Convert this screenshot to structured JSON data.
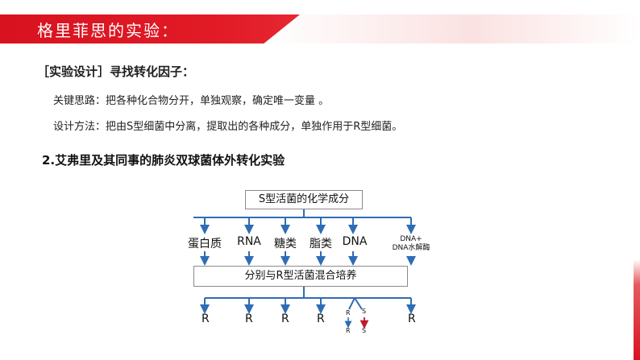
{
  "slide": {
    "title": "格里菲思的实验：",
    "heading": "［实验设计］寻找转化因子：",
    "line1": "关键思路：把各种化合物分开，单独观察，确定唯一变量 。",
    "line2": "设计方法：把由S型细菌中分离，提取出的各种成分，单独作用于R型细菌。",
    "subheading": "2.艾弗里及其同事的肺炎双球菌体外转化实验"
  },
  "diagram": {
    "top_box": "S型活菌的化学成分",
    "components": [
      "蛋白质",
      "RNA",
      "糖类",
      "脂类",
      "DNA"
    ],
    "extra_component_line1": "DNA+",
    "extra_component_line2": "DNA水解酶",
    "mid_box": "分别与R型活菌混合培养",
    "results": [
      "R",
      "R",
      "R",
      "R",
      "R"
    ],
    "dna_result_r_top": "R",
    "dna_result_r_bottom": "R",
    "dna_result_s_top": "S",
    "dna_result_s_bottom": "S",
    "colors": {
      "arrow": "#2e6db5",
      "highlight_arrow": "#c0182a",
      "accent": "#d8121f"
    }
  }
}
